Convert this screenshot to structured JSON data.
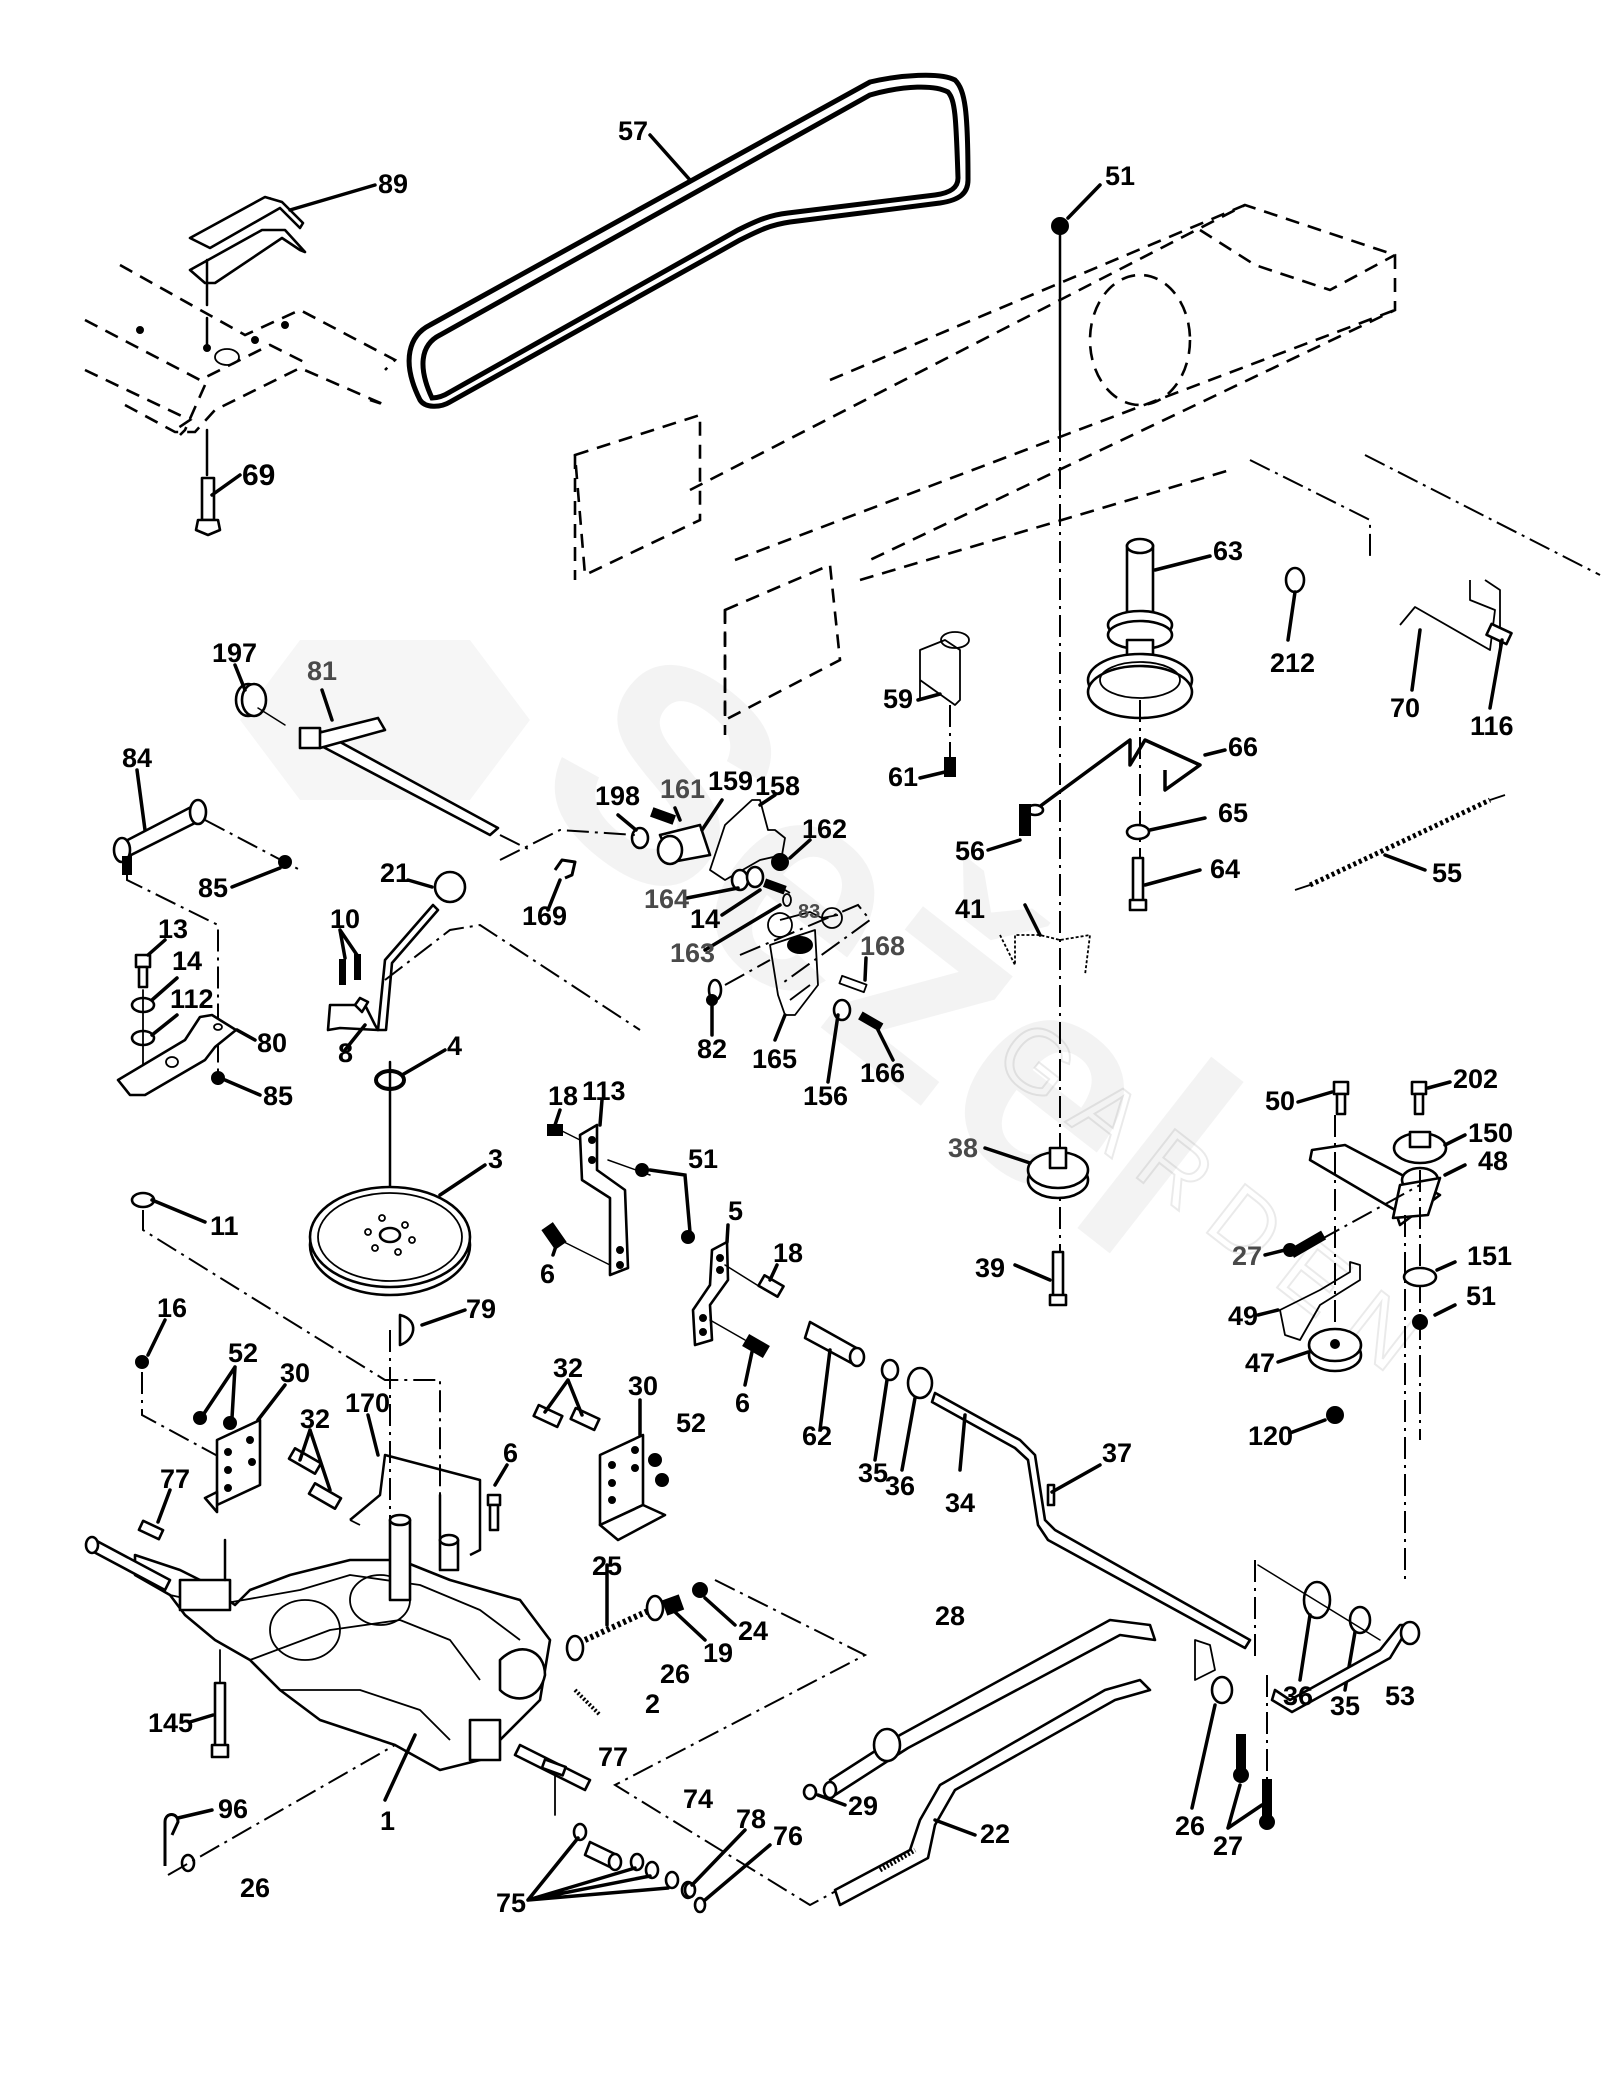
{
  "diagram": {
    "title": "Ground drive exploded parts diagram",
    "watermark": {
      "brand": "Sežel",
      "sub": "GARDEN"
    },
    "parts": [
      {
        "id": "belt",
        "name": "V-belt (ground drive)",
        "callout": "57"
      },
      {
        "id": "shift-plate",
        "name": "Shift plate",
        "callout": "89"
      },
      {
        "id": "bolt-69",
        "name": "Bolt",
        "callout": "69"
      },
      {
        "id": "locknut-51-top",
        "name": "Locknut",
        "callout": "51"
      },
      {
        "id": "idler-pulley-63",
        "name": "Engine pulley / spindle",
        "callout": "63"
      },
      {
        "id": "nut-212",
        "name": "Nut",
        "callout": "212"
      },
      {
        "id": "belt-guide-70",
        "name": "Belt guide",
        "callout": "70"
      },
      {
        "id": "bolt-116",
        "name": "Bolt",
        "callout": "116"
      },
      {
        "id": "belt-keeper-59",
        "name": "Belt keeper",
        "callout": "59"
      },
      {
        "id": "screw-61",
        "name": "Screw",
        "callout": "61"
      },
      {
        "id": "belt-guide-66",
        "name": "Belt guide",
        "callout": "66"
      },
      {
        "id": "washer-65",
        "name": "Washer",
        "callout": "65"
      },
      {
        "id": "bolt-64",
        "name": "Bolt",
        "callout": "64"
      },
      {
        "id": "spring-55",
        "name": "Extension spring",
        "callout": "55"
      },
      {
        "id": "bolt-56",
        "name": "Bolt",
        "callout": "56"
      },
      {
        "id": "belt-guide-41",
        "name": "Belt guide",
        "callout": "41"
      },
      {
        "id": "bushing-197",
        "name": "Bushing",
        "callout": "197"
      },
      {
        "id": "shaft-81",
        "name": "Cross shaft",
        "callout": "81"
      },
      {
        "id": "link-84",
        "name": "Link",
        "callout": "84"
      },
      {
        "id": "nut-85-a",
        "name": "Nut",
        "callout": "85"
      },
      {
        "id": "washer-198",
        "name": "Washer",
        "callout": "198"
      },
      {
        "id": "bolt-161",
        "name": "Bolt",
        "callout": "161"
      },
      {
        "id": "bracket-159",
        "name": "Bracket",
        "callout": "159"
      },
      {
        "id": "plate-158",
        "name": "Plate",
        "callout": "158"
      },
      {
        "id": "nut-162",
        "name": "Nut",
        "callout": "162"
      },
      {
        "id": "spring-169",
        "name": "Spring clip",
        "callout": "169"
      },
      {
        "id": "spacer-164",
        "name": "Spacer",
        "callout": "164"
      },
      {
        "id": "washer-14-a",
        "name": "Washer",
        "callout": "14"
      },
      {
        "id": "bolt-163",
        "name": "Bolt",
        "callout": "163"
      },
      {
        "id": "link-83",
        "name": "Link",
        "callout": "83"
      },
      {
        "id": "knob-21",
        "name": "Knob",
        "callout": "21"
      },
      {
        "id": "screw-10",
        "name": "Screw",
        "callout": "10"
      },
      {
        "id": "shift-lever-8",
        "name": "Shift lever",
        "callout": "8"
      },
      {
        "id": "bolt-13",
        "name": "Bolt",
        "callout": "13"
      },
      {
        "id": "washer-14-b",
        "name": "Washer",
        "callout": "14"
      },
      {
        "id": "washer-112",
        "name": "Washer",
        "callout": "112"
      },
      {
        "id": "arm-80",
        "name": "Arm",
        "callout": "80"
      },
      {
        "id": "nut-85-b",
        "name": "Nut",
        "callout": "85"
      },
      {
        "id": "washer-11",
        "name": "Washer",
        "callout": "11"
      },
      {
        "id": "bolt-168",
        "name": "Bolt",
        "callout": "168"
      },
      {
        "id": "nut-82",
        "name": "Nut",
        "callout": "82"
      },
      {
        "id": "bracket-165",
        "name": "Bracket",
        "callout": "165"
      },
      {
        "id": "washer-156",
        "name": "Washer",
        "callout": "156"
      },
      {
        "id": "screw-166",
        "name": "Screw",
        "callout": "166"
      },
      {
        "id": "retainer-4",
        "name": "Retainer ring",
        "callout": "4"
      },
      {
        "id": "pulley-3",
        "name": "Transaxle pulley",
        "callout": "3"
      },
      {
        "id": "bolt-18-a",
        "name": "Bolt",
        "callout": "18"
      },
      {
        "id": "bracket-113",
        "name": "Bracket",
        "callout": "113"
      },
      {
        "id": "nut-51-mid",
        "name": "Locknut",
        "callout": "51"
      },
      {
        "id": "bracket-5",
        "name": "Bracket",
        "callout": "5"
      },
      {
        "id": "bolt-18-b",
        "name": "Bolt",
        "callout": "18"
      },
      {
        "id": "bolt-6-a",
        "name": "Bolt",
        "callout": "6"
      },
      {
        "id": "bolt-6-b",
        "name": "Bolt",
        "callout": "6"
      },
      {
        "id": "key-79",
        "name": "Woodruff key",
        "callout": "79"
      },
      {
        "id": "pulley-38",
        "name": "Idler pulley",
        "callout": "38"
      },
      {
        "id": "bolt-39",
        "name": "Bolt",
        "callout": "39"
      },
      {
        "id": "bolt-50",
        "name": "Shoulder bolt",
        "callout": "50"
      },
      {
        "id": "bolt-202",
        "name": "Bolt",
        "callout": "202"
      },
      {
        "id": "spacer-150",
        "name": "Spacer",
        "callout": "150"
      },
      {
        "id": "idler-arm-48",
        "name": "Idler arm",
        "callout": "48"
      },
      {
        "id": "eyebolt-27-a",
        "name": "Eyebolt",
        "callout": "27"
      },
      {
        "id": "washer-151",
        "name": "Washer",
        "callout": "151"
      },
      {
        "id": "nut-51-right",
        "name": "Locknut",
        "callout": "51"
      },
      {
        "id": "belt-guide-49",
        "name": "Belt guide",
        "callout": "49"
      },
      {
        "id": "pulley-47",
        "name": "Idler pulley",
        "callout": "47"
      },
      {
        "id": "nut-120",
        "name": "Nut",
        "callout": "120"
      },
      {
        "id": "nut-16",
        "name": "Nut",
        "callout": "16"
      },
      {
        "id": "screw-52-a",
        "name": "Screw",
        "callout": "52"
      },
      {
        "id": "bracket-30-a",
        "name": "Bracket",
        "callout": "30"
      },
      {
        "id": "bolt-32-a",
        "name": "Bolt",
        "callout": "32"
      },
      {
        "id": "rod-170",
        "name": "Rod",
        "callout": "170"
      },
      {
        "id": "bolt-6-c",
        "name": "Bolt",
        "callout": "6"
      },
      {
        "id": "bolt-32-b",
        "name": "Bolt",
        "callout": "32"
      },
      {
        "id": "bracket-30-b",
        "name": "Bracket",
        "callout": "30"
      },
      {
        "id": "screw-52-b",
        "name": "Screw",
        "callout": "52"
      },
      {
        "id": "key-77-a",
        "name": "Key",
        "callout": "77"
      },
      {
        "id": "spring-25",
        "name": "Compression spring",
        "callout": "25"
      },
      {
        "id": "nut-24",
        "name": "Nut",
        "callout": "24"
      },
      {
        "id": "nut-19",
        "name": "Nut",
        "callout": "19"
      },
      {
        "id": "washer-26-a",
        "name": "Washer",
        "callout": "26"
      },
      {
        "id": "spring-2",
        "name": "Spring",
        "callout": "2"
      },
      {
        "id": "bolt-145",
        "name": "Bolt",
        "callout": "145"
      },
      {
        "id": "transaxle-1",
        "name": "Transaxle",
        "callout": "1"
      },
      {
        "id": "hairpin-96",
        "name": "Hairpin clip",
        "callout": "96"
      },
      {
        "id": "washer-26-b",
        "name": "Washer",
        "callout": "26"
      },
      {
        "id": "key-77-b",
        "name": "Key",
        "callout": "77"
      },
      {
        "id": "spacer-74",
        "name": "Spacer",
        "callout": "74"
      },
      {
        "id": "washer-78",
        "name": "Washer",
        "callout": "78"
      },
      {
        "id": "washer-76",
        "name": "Washer",
        "callout": "76"
      },
      {
        "id": "washers-75",
        "name": "Washers",
        "callout": "75"
      },
      {
        "id": "bushing-62",
        "name": "Bushing",
        "callout": "62"
      },
      {
        "id": "washer-35-a",
        "name": "Washer",
        "callout": "35"
      },
      {
        "id": "washer-36-a",
        "name": "Washer",
        "callout": "36"
      },
      {
        "id": "rod-34",
        "name": "Rod",
        "callout": "34"
      },
      {
        "id": "pin-37",
        "name": "Pin",
        "callout": "37"
      },
      {
        "id": "washer-36-b",
        "name": "Washer",
        "callout": "36"
      },
      {
        "id": "nut-35-b",
        "name": "Nut",
        "callout": "35"
      },
      {
        "id": "rod-28",
        "name": "Rod",
        "callout": "28"
      },
      {
        "id": "bushing-29",
        "name": "Bushing",
        "callout": "29"
      },
      {
        "id": "rod-22",
        "name": "Clutch rod",
        "callout": "22"
      },
      {
        "id": "washer-26-c",
        "name": "Washer",
        "callout": "26"
      },
      {
        "id": "eyebolt-27-b",
        "name": "Eyebolts",
        "callout": "27"
      },
      {
        "id": "rod-53",
        "name": "Rod",
        "callout": "53"
      }
    ]
  }
}
